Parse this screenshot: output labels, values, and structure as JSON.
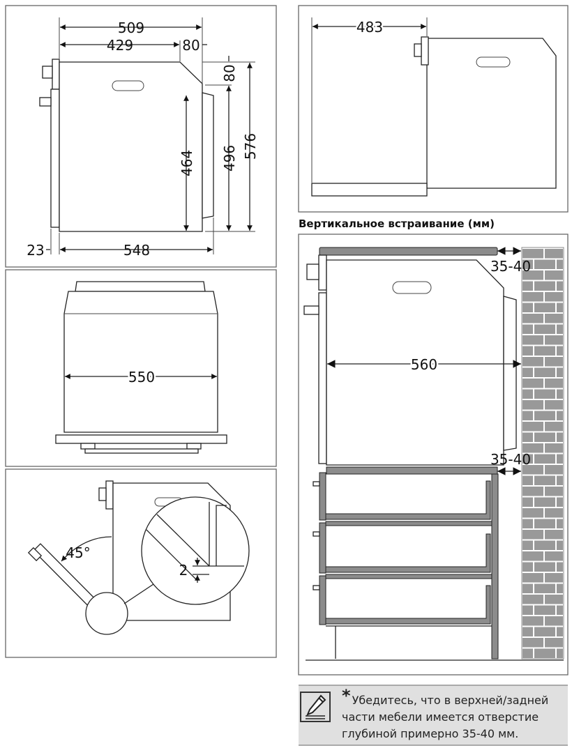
{
  "side_view": {
    "d509": "509",
    "d429": "429",
    "d80a": "80",
    "d80b": "80",
    "d496": "496",
    "d576": "576",
    "d464": "464",
    "d548": "548",
    "d23": "23"
  },
  "front_view": {
    "d550": "550"
  },
  "door_view": {
    "angle": "45°",
    "gap": "2"
  },
  "top_view": {
    "d483": "483"
  },
  "vertical_install": {
    "heading": "Вертикальное встраивание (мм)",
    "gap_top": "35-40",
    "width": "560",
    "gap_bottom": "35-40"
  },
  "note": {
    "icon": "pencil-note-icon",
    "star": "*",
    "text": "Убедитесь, что в верхней/задней части мебели имеется отверстие глубиной примерно 35-40 мм."
  },
  "colors": {
    "brick": "#999999",
    "mortar": "#ffffff",
    "shelf": "#8c8c8c",
    "note_bg": "#e0e0e0"
  }
}
